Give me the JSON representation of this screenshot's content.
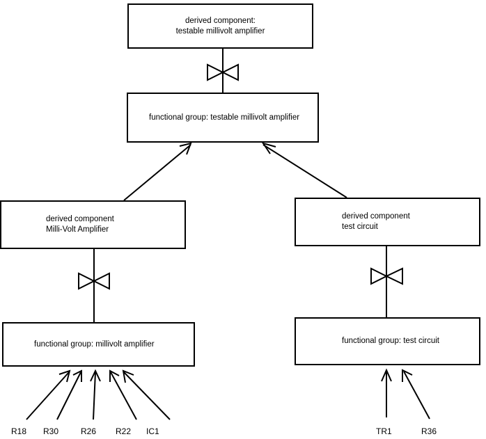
{
  "diagram": {
    "title": "derived component / functional group decomposition",
    "background_color": "#ffffff",
    "stroke_color": "#000000",
    "nodes": [
      {
        "id": "dc-testable-mv-amp",
        "type": "derived-component",
        "label": "derived component:\n testable millivolt amplifier"
      },
      {
        "id": "fg-testable-mv-amp",
        "type": "functional-group",
        "label": "functional group: testable millivolt amplifier"
      },
      {
        "id": "dc-mv-amp",
        "type": "derived-component",
        "label": "derived component\nMilli-Volt Amplifier"
      },
      {
        "id": "dc-test-circuit",
        "type": "derived-component",
        "label": "derived component\ntest circuit"
      },
      {
        "id": "fg-mv-amp",
        "type": "functional-group",
        "label": "functional group: millivolt amplifier"
      },
      {
        "id": "fg-test-circuit",
        "type": "functional-group",
        "label": "functional group: test circuit"
      }
    ],
    "leaf_labels": [
      {
        "id": "r18",
        "label": "R18",
        "parent": "fg-mv-amp"
      },
      {
        "id": "r30",
        "label": "R30",
        "parent": "fg-mv-amp"
      },
      {
        "id": "r26",
        "label": "R26",
        "parent": "fg-mv-amp"
      },
      {
        "id": "r22",
        "label": "R22",
        "parent": "fg-mv-amp"
      },
      {
        "id": "ic1",
        "label": "IC1",
        "parent": "fg-mv-amp"
      },
      {
        "id": "tr1",
        "label": "TR1",
        "parent": "fg-test-circuit"
      },
      {
        "id": "r36",
        "label": "R36",
        "parent": "fg-test-circuit"
      }
    ],
    "connectors": [
      {
        "kind": "bowtie-realization",
        "from": "fg-testable-mv-amp",
        "to": "dc-testable-mv-amp"
      },
      {
        "kind": "bowtie-realization",
        "from": "fg-mv-amp",
        "to": "dc-mv-amp"
      },
      {
        "kind": "bowtie-realization",
        "from": "fg-test-circuit",
        "to": "dc-test-circuit"
      },
      {
        "kind": "open-arrow",
        "from": "dc-mv-amp",
        "to": "fg-testable-mv-amp"
      },
      {
        "kind": "open-arrow",
        "from": "dc-test-circuit",
        "to": "fg-testable-mv-amp"
      },
      {
        "kind": "open-arrow",
        "from": "r18",
        "to": "fg-mv-amp"
      },
      {
        "kind": "open-arrow",
        "from": "r30",
        "to": "fg-mv-amp"
      },
      {
        "kind": "open-arrow",
        "from": "r26",
        "to": "fg-mv-amp"
      },
      {
        "kind": "open-arrow",
        "from": "r22",
        "to": "fg-mv-amp"
      },
      {
        "kind": "open-arrow",
        "from": "ic1",
        "to": "fg-mv-amp"
      },
      {
        "kind": "open-arrow",
        "from": "tr1",
        "to": "fg-test-circuit"
      },
      {
        "kind": "open-arrow",
        "from": "r36",
        "to": "fg-test-circuit"
      }
    ]
  }
}
